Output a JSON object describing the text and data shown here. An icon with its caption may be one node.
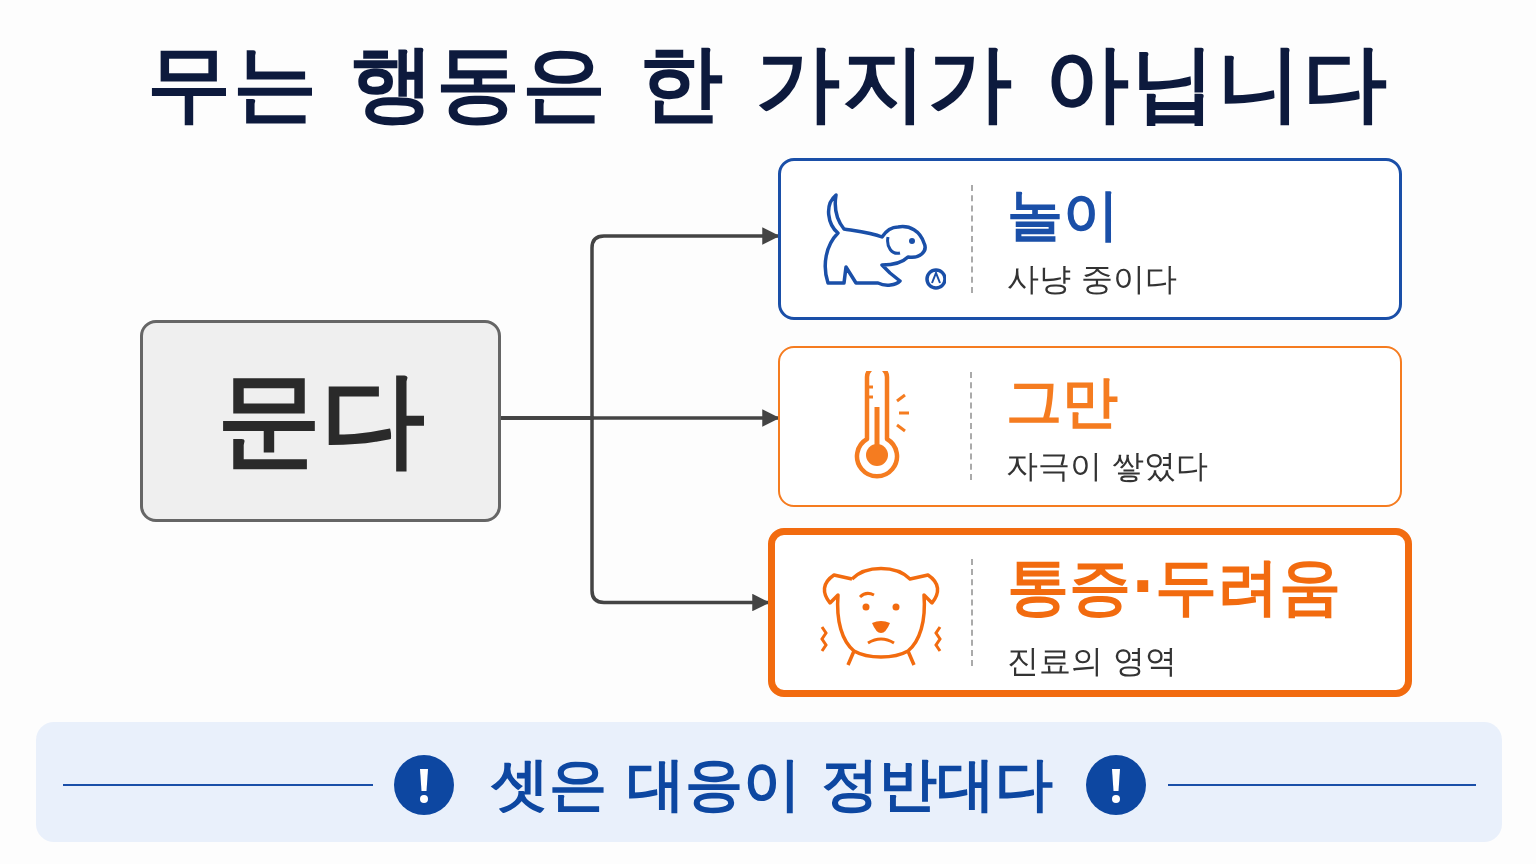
{
  "diagram": {
    "title": "무는 행동은 한 가지가 아닙니다",
    "nodes": [
      {
        "text": [
          "문다"
        ]
      },
      {
        "text": [
          "놀이",
          "사냥 중이다"
        ]
      },
      {
        "text": [
          "그만",
          "자극이 쌓였다"
        ]
      },
      {
        "text": [
          "통증·두려움",
          "진료의 영역"
        ]
      },
      {
        "text": [
          "셋은 대응이 정반대다"
        ]
      }
    ],
    "edges": [
      {
        "from": 0,
        "to": 1,
        "arrow": "to"
      },
      {
        "from": 0,
        "to": 2,
        "arrow": "to"
      },
      {
        "from": 0,
        "to": 3,
        "arrow": "to"
      }
    ]
  }
}
